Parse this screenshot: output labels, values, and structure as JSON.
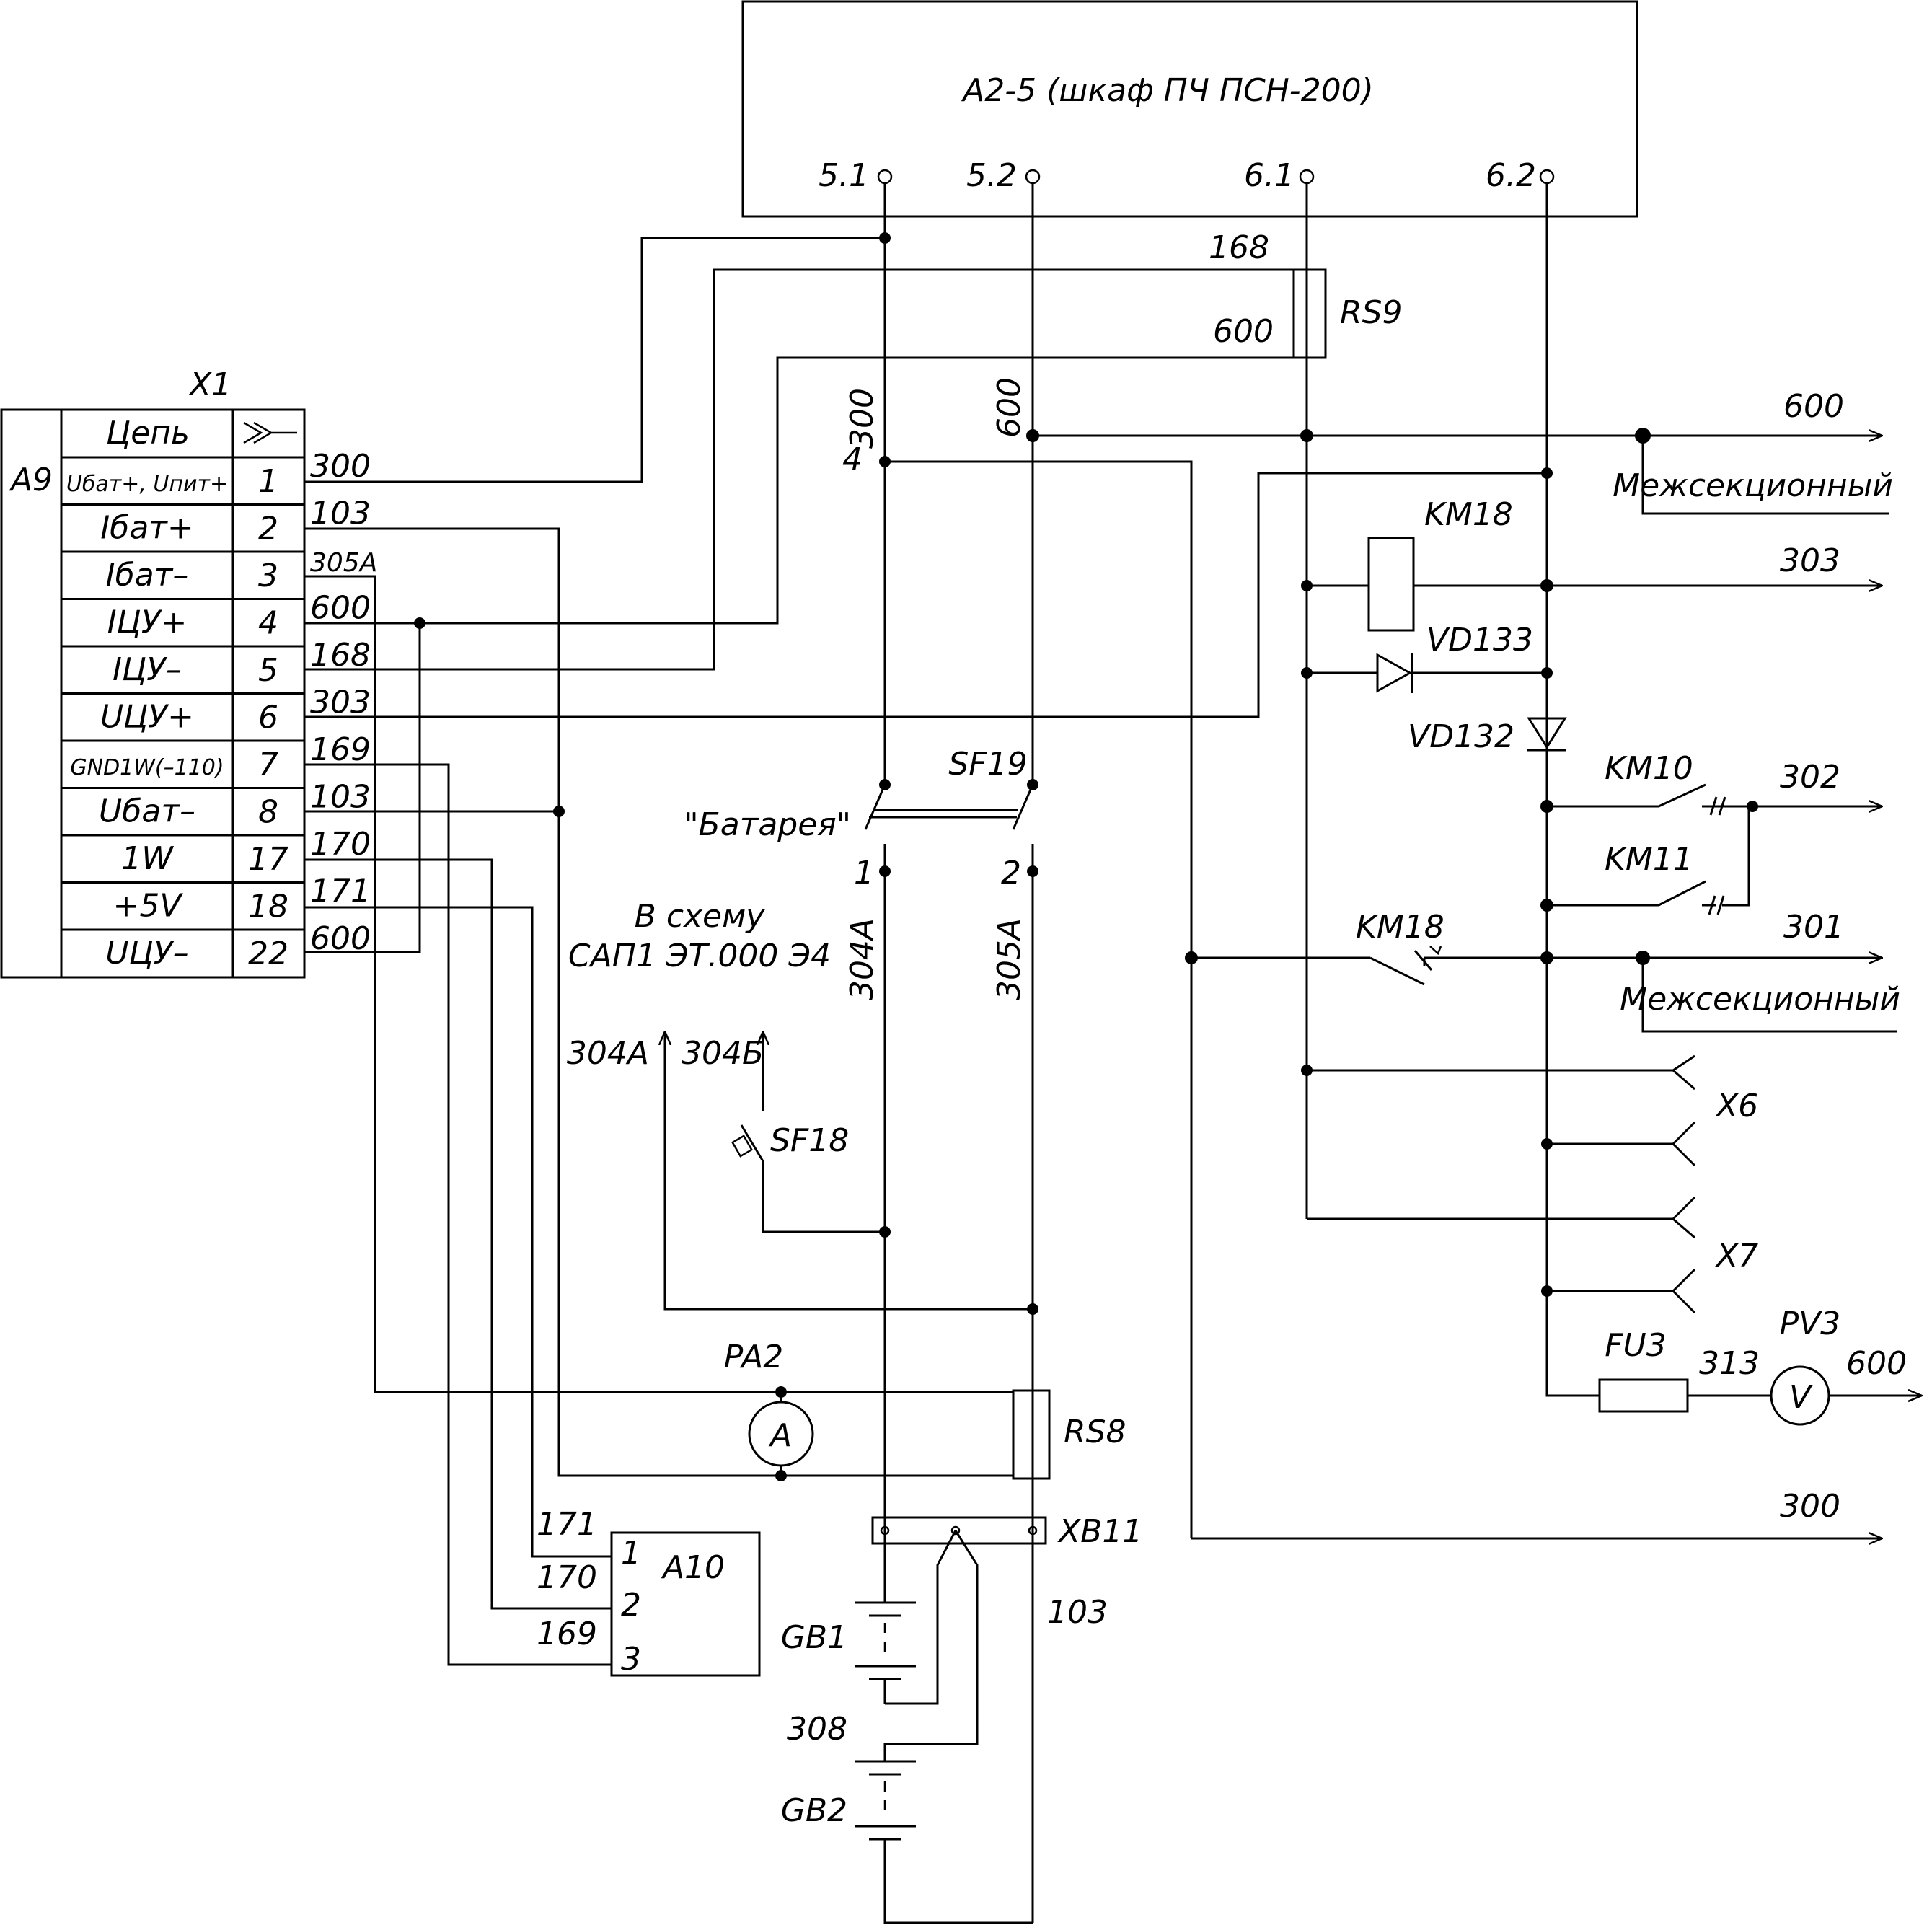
{
  "cabinet": {
    "title": "А2-5 (шкаф ПЧ ПСН-200)",
    "terminals": [
      "5.1",
      "5.2",
      "6.1",
      "6.2"
    ]
  },
  "connector": {
    "name": "X1",
    "device": "А9",
    "header_circuit": "Цепь",
    "rows": [
      {
        "circuit": "Uбат+, Uпит+",
        "pin": "1",
        "wire": "300"
      },
      {
        "circuit": "Iбат+",
        "pin": "2",
        "wire": "103"
      },
      {
        "circuit": "Iбат–",
        "pin": "3",
        "wire": "305А"
      },
      {
        "circuit": "IЦУ+",
        "pin": "4",
        "wire": "600"
      },
      {
        "circuit": "IЦУ–",
        "pin": "5",
        "wire": "168"
      },
      {
        "circuit": "UЦУ+",
        "pin": "6",
        "wire": "303"
      },
      {
        "circuit": "GND1W(–110)",
        "pin": "7",
        "wire": "169"
      },
      {
        "circuit": "Uбат–",
        "pin": "8",
        "wire": "103"
      },
      {
        "circuit": "1W",
        "pin": "17",
        "wire": "170"
      },
      {
        "circuit": "+5V",
        "pin": "18",
        "wire": "171"
      },
      {
        "circuit": "UЦУ–",
        "pin": "22",
        "wire": "600"
      }
    ]
  },
  "components": {
    "rs9": "RS9",
    "rs9_top": "168",
    "rs9_bottom": "600",
    "km18_coil": "KM18",
    "vd133": "VD133",
    "vd132": "VD132",
    "km10": "KM10",
    "km11": "KM11",
    "km18_contact": "KM18",
    "sf19": "SF19",
    "sf19_name": "\"Батарея\"",
    "sf19_p1": "1",
    "sf19_p2": "2",
    "sf18": "SF18",
    "pa2": "PA2",
    "pa2_symbol": "A",
    "rs8": "RS8",
    "xb11": "XB11",
    "a10": "A10",
    "a10_pins": [
      "1",
      "2",
      "3"
    ],
    "gb1": "GB1",
    "gb2": "GB2",
    "fu3": "FU3",
    "pv3": "PV3",
    "pv3_symbol": "V",
    "x6": "X6",
    "x7": "X7"
  },
  "wires": {
    "w300": "300",
    "w600": "600",
    "w4": "4",
    "w304a": "304А",
    "w305a": "305А",
    "w304b": "304Б",
    "w308": "308",
    "w103": "103",
    "w313": "313",
    "w171": "171",
    "w170": "170",
    "w169": "169"
  },
  "outputs": {
    "o600": "600",
    "o303": "303",
    "o302": "302",
    "o301": "301",
    "o300": "300",
    "o600v": "600",
    "inter1": "Межсекционный",
    "inter2": "Межсекционный"
  },
  "note": {
    "line1": "В схему",
    "line2": "САП1 ЭТ.000 Э4"
  }
}
